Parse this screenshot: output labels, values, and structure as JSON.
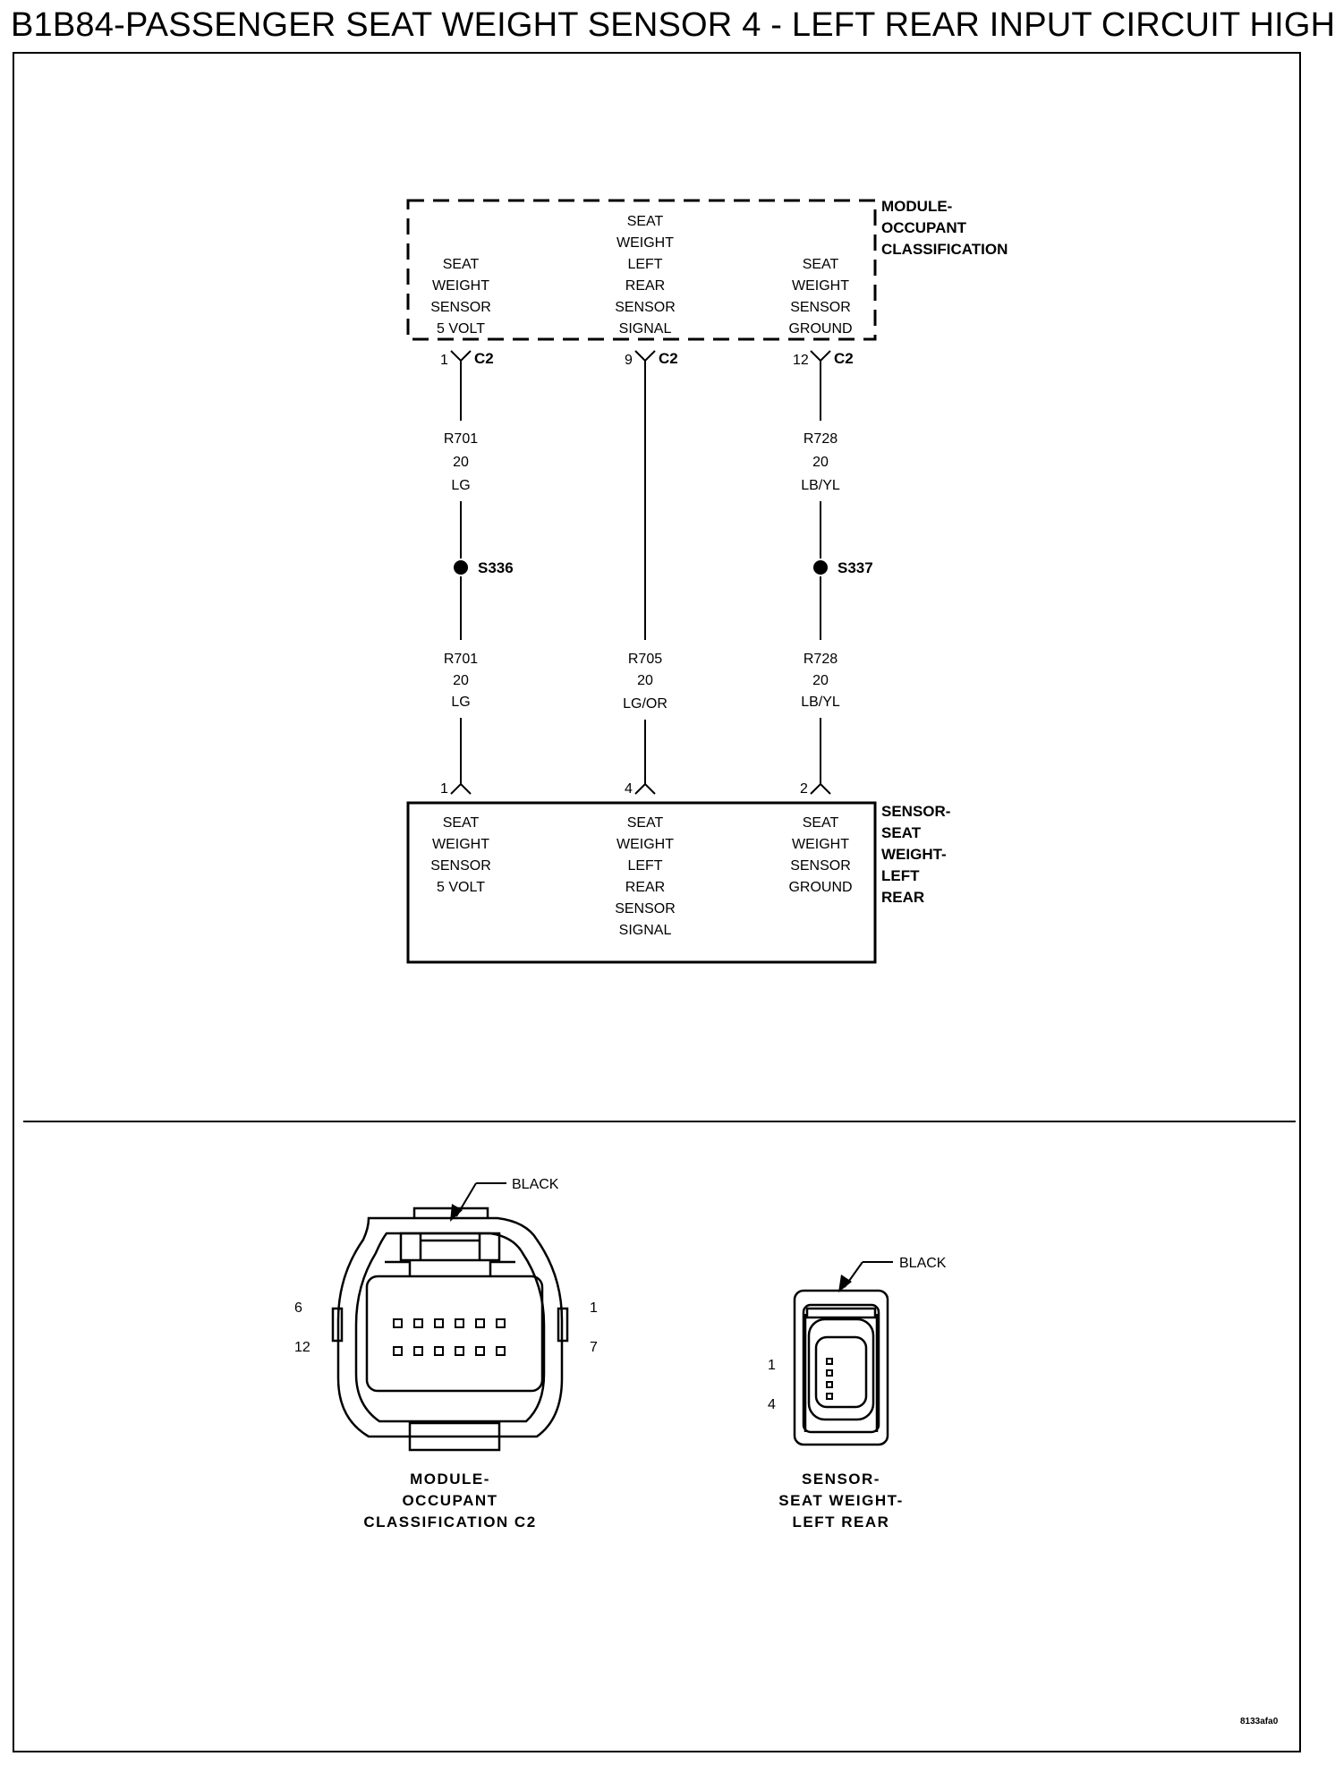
{
  "title": "B1B84-PASSENGER SEAT WEIGHT SENSOR 4 - LEFT REAR INPUT CIRCUIT HIGH",
  "module": {
    "name_lines": [
      "MODULE-",
      "OCCUPANT",
      "CLASSIFICATION"
    ],
    "terminals": [
      {
        "lines": [
          "SEAT",
          "WEIGHT",
          "SENSOR",
          "5 VOLT"
        ],
        "pin": "1",
        "connector": "C2"
      },
      {
        "lines": [
          "SEAT",
          "WEIGHT",
          "LEFT",
          "REAR",
          "SENSOR",
          "SIGNAL"
        ],
        "pin": "9",
        "connector": "C2"
      },
      {
        "lines": [
          "SEAT",
          "WEIGHT",
          "SENSOR",
          "GROUND"
        ],
        "pin": "12",
        "connector": "C2"
      }
    ]
  },
  "wires": {
    "upper": [
      {
        "circuit": "R701",
        "gauge": "20",
        "color": "LG"
      },
      null,
      {
        "circuit": "R728",
        "gauge": "20",
        "color": "LB/YL"
      }
    ],
    "lower": [
      {
        "circuit": "R701",
        "gauge": "20",
        "color": "LG"
      },
      {
        "circuit": "R705",
        "gauge": "20",
        "color": "LG/OR"
      },
      {
        "circuit": "R728",
        "gauge": "20",
        "color": "LB/YL"
      }
    ]
  },
  "splices": [
    {
      "id": "S336",
      "wire": 0
    },
    {
      "id": "S337",
      "wire": 2
    }
  ],
  "sensor": {
    "name_lines": [
      "SENSOR-",
      "SEAT",
      "WEIGHT-",
      "LEFT",
      "REAR"
    ],
    "terminals": [
      {
        "lines": [
          "SEAT",
          "WEIGHT",
          "SENSOR",
          "5 VOLT"
        ],
        "pin": "1"
      },
      {
        "lines": [
          "SEAT",
          "WEIGHT",
          "LEFT",
          "REAR",
          "SENSOR",
          "SIGNAL"
        ],
        "pin": "4"
      },
      {
        "lines": [
          "SEAT",
          "WEIGHT",
          "SENSOR",
          "GROUND"
        ],
        "pin": "2"
      }
    ]
  },
  "connector_views": {
    "module_c2": {
      "color_label": "BLACK",
      "pins": {
        "top_left": "6",
        "bottom_left": "12",
        "top_right": "1",
        "bottom_right": "7"
      },
      "caption_lines": [
        "MODULE-",
        "OCCUPANT",
        "CLASSIFICATION C2"
      ]
    },
    "sensor": {
      "color_label": "BLACK",
      "pins": {
        "top": "1",
        "bottom": "4"
      },
      "caption_lines": [
        "SENSOR-",
        "SEAT WEIGHT-",
        "LEFT REAR"
      ]
    }
  },
  "figure_code": "8133afa0"
}
